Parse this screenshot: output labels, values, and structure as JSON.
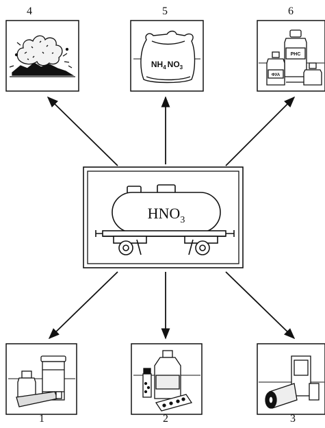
{
  "center": {
    "formula_main": "HNO",
    "formula_sub": "3"
  },
  "labels": {
    "top": [
      "4",
      "5",
      "6"
    ],
    "bottom": [
      "1",
      "2",
      "3"
    ]
  },
  "icons": {
    "box4": "explosion-icon",
    "box5": "fertilizer-bag-icon",
    "box6": "chemical-bottles-icon",
    "box1": "cosmetics-tubes-icon",
    "box2": "medicines-icon",
    "box3": "film-rolls-icon",
    "center": "tank-wagon-icon"
  },
  "bag_text": {
    "main1": "NH",
    "sub1": "4",
    "main2": "NO",
    "sub2": "3"
  },
  "bottle_labels": {
    "large": "PHC",
    "small": "ФУА"
  }
}
